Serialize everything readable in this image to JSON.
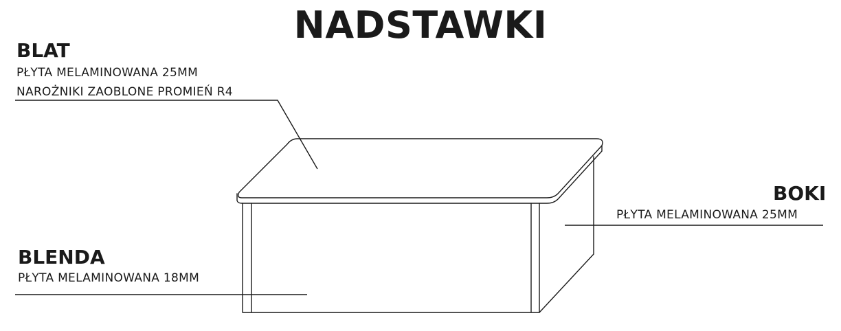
{
  "title": "NADSTAWKI",
  "labels": {
    "blat": {
      "heading": "BLAT",
      "lines": [
        "PŁYTA MELAMINOWANA 25MM",
        "NAROŻNIKI ZAOBLONE PROMIEŃ R4"
      ]
    },
    "boki": {
      "heading": "BOKI",
      "lines": [
        "PŁYTA MELAMINOWANA 25MM"
      ]
    },
    "blenda": {
      "heading": "BLENDA",
      "lines": [
        "PŁYTA MELAMINOWANA 18MM"
      ]
    }
  },
  "colors": {
    "ink": "#1a1a1a",
    "background": "#ffffff"
  }
}
